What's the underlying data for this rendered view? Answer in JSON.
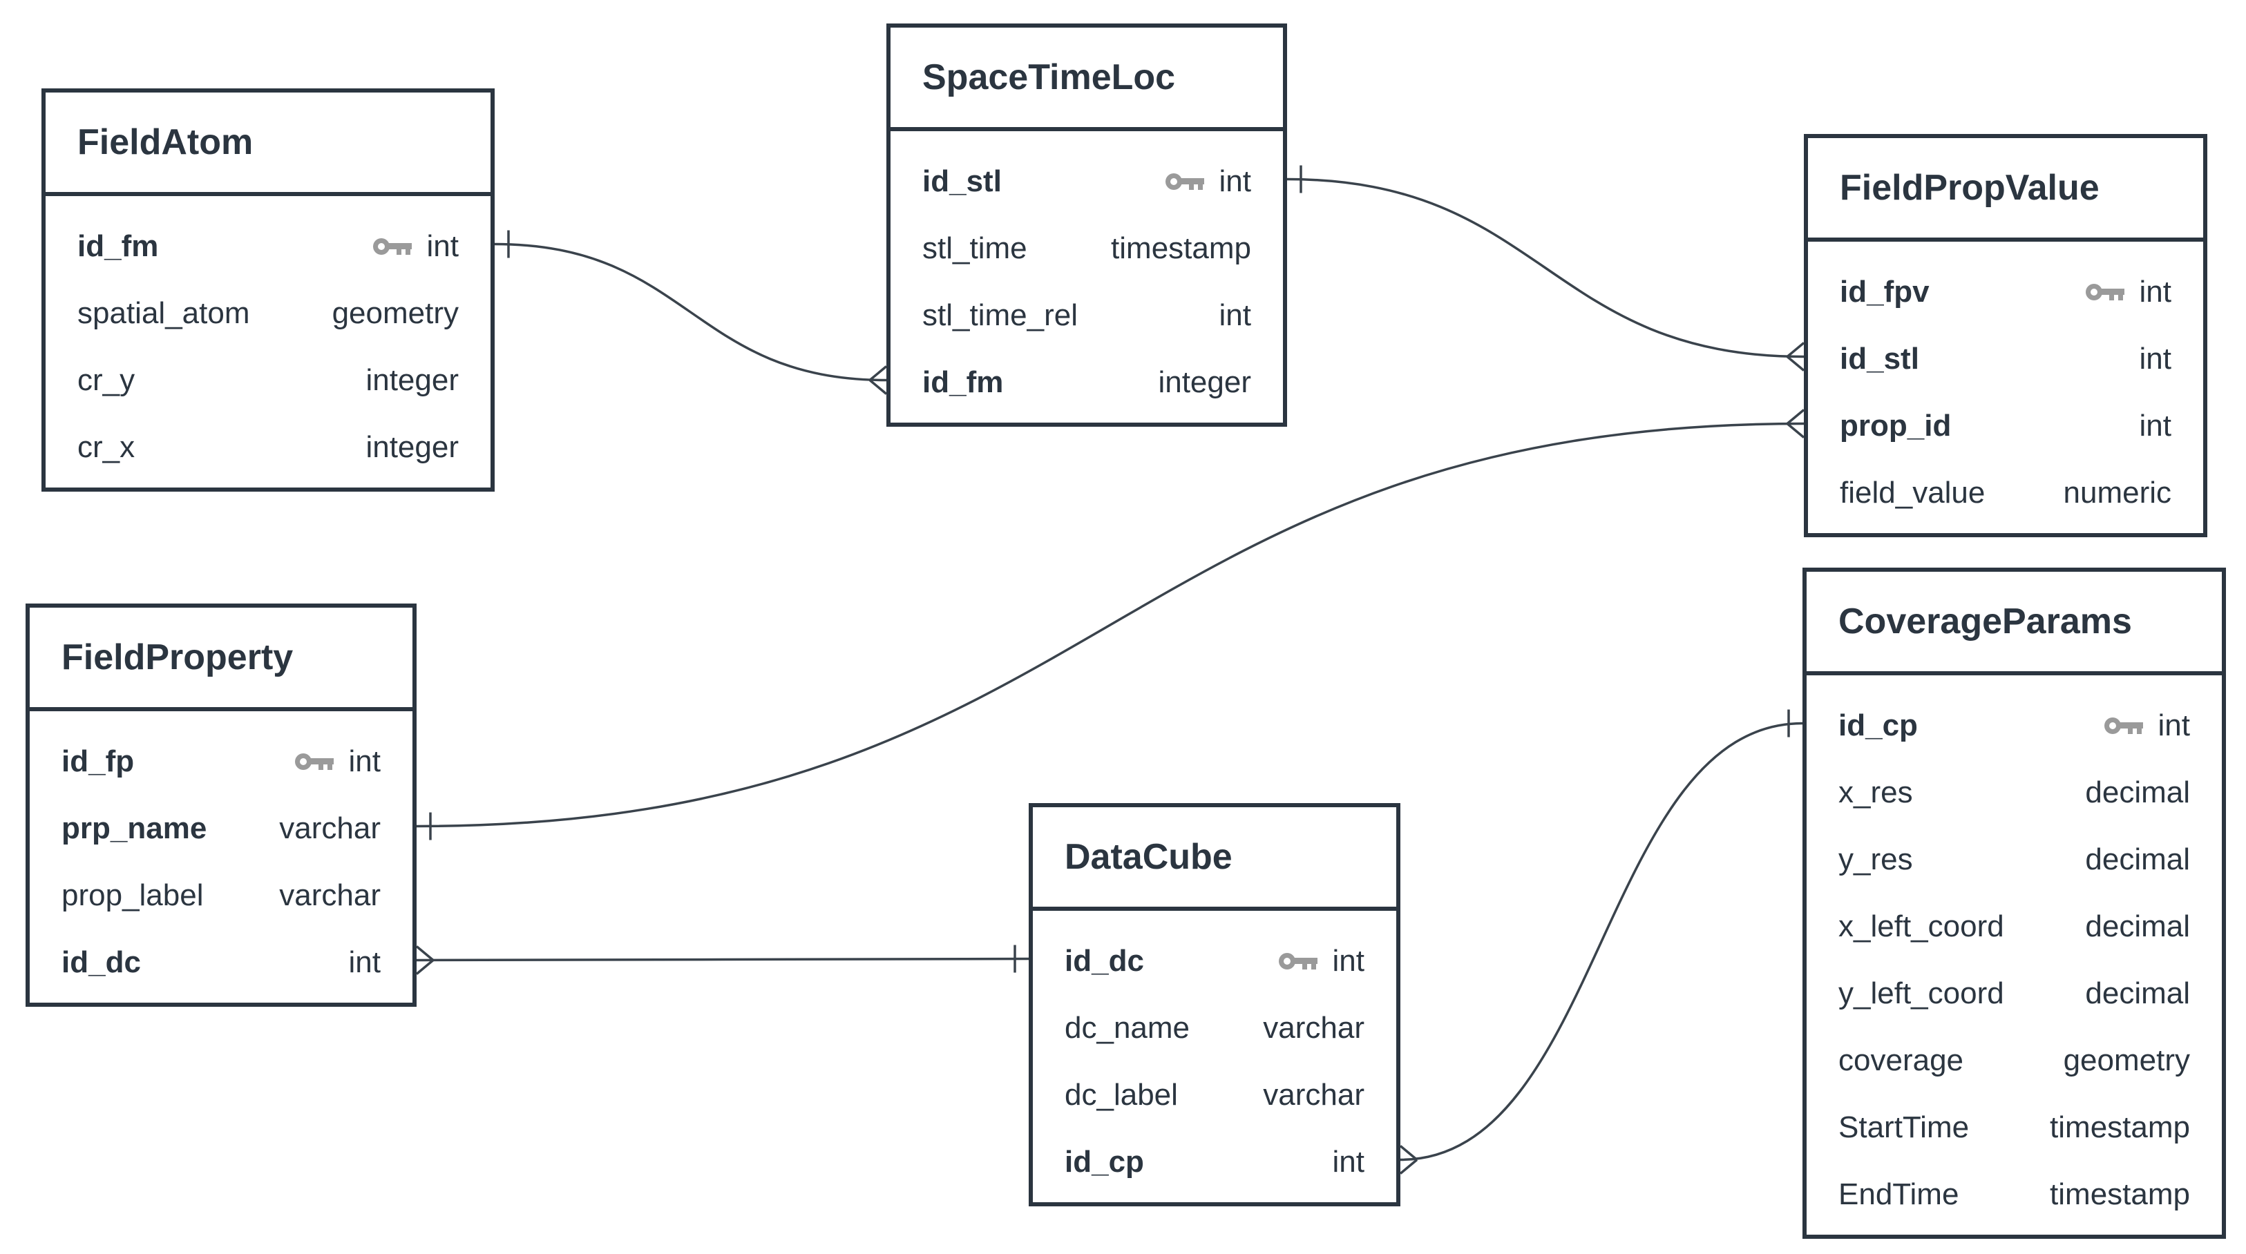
{
  "tables": [
    {
      "id": "FieldAtom",
      "name": "FieldAtom",
      "fields": [
        {
          "name": "id_fm",
          "type": "int",
          "bold": true,
          "pk": true
        },
        {
          "name": "spatial_atom",
          "type": "geometry",
          "bold": false,
          "pk": false
        },
        {
          "name": "cr_y",
          "type": "integer",
          "bold": false,
          "pk": false
        },
        {
          "name": "cr_x",
          "type": "integer",
          "bold": false,
          "pk": false
        }
      ]
    },
    {
      "id": "SpaceTimeLoc",
      "name": "SpaceTimeLoc",
      "fields": [
        {
          "name": "id_stl",
          "type": "int",
          "bold": true,
          "pk": true
        },
        {
          "name": "stl_time",
          "type": "timestamp",
          "bold": false,
          "pk": false
        },
        {
          "name": "stl_time_rel",
          "type": "int",
          "bold": false,
          "pk": false
        },
        {
          "name": "id_fm",
          "type": "integer",
          "bold": true,
          "pk": false
        }
      ]
    },
    {
      "id": "FieldPropValue",
      "name": "FieldPropValue",
      "fields": [
        {
          "name": "id_fpv",
          "type": "int",
          "bold": true,
          "pk": true
        },
        {
          "name": "id_stl",
          "type": "int",
          "bold": true,
          "pk": false
        },
        {
          "name": "prop_id",
          "type": "int",
          "bold": true,
          "pk": false
        },
        {
          "name": "field_value",
          "type": "numeric",
          "bold": false,
          "pk": false
        }
      ]
    },
    {
      "id": "FieldProperty",
      "name": "FieldProperty",
      "fields": [
        {
          "name": "id_fp",
          "type": "int",
          "bold": true,
          "pk": true
        },
        {
          "name": "prp_name",
          "type": "varchar",
          "bold": true,
          "pk": false
        },
        {
          "name": "prop_label",
          "type": "varchar",
          "bold": false,
          "pk": false
        },
        {
          "name": "id_dc",
          "type": "int",
          "bold": true,
          "pk": false
        }
      ]
    },
    {
      "id": "DataCube",
      "name": "DataCube",
      "fields": [
        {
          "name": "id_dc",
          "type": "int",
          "bold": true,
          "pk": true
        },
        {
          "name": "dc_name",
          "type": "varchar",
          "bold": false,
          "pk": false
        },
        {
          "name": "dc_label",
          "type": "varchar",
          "bold": false,
          "pk": false
        },
        {
          "name": "id_cp",
          "type": "int",
          "bold": true,
          "pk": false
        }
      ]
    },
    {
      "id": "CoverageParams",
      "name": "CoverageParams",
      "fields": [
        {
          "name": "id_cp",
          "type": "int",
          "bold": true,
          "pk": true
        },
        {
          "name": "x_res",
          "type": "decimal",
          "bold": false,
          "pk": false
        },
        {
          "name": "y_res",
          "type": "decimal",
          "bold": false,
          "pk": false
        },
        {
          "name": "x_left_coord",
          "type": "decimal",
          "bold": false,
          "pk": false
        },
        {
          "name": "y_left_coord",
          "type": "decimal",
          "bold": false,
          "pk": false
        },
        {
          "name": "coverage",
          "type": "geometry",
          "bold": false,
          "pk": false
        },
        {
          "name": "StartTime",
          "type": "timestamp",
          "bold": false,
          "pk": false
        },
        {
          "name": "EndTime",
          "type": "timestamp",
          "bold": false,
          "pk": false
        }
      ]
    }
  ],
  "relationships": [
    {
      "from_table": "FieldAtom",
      "from_field": "id_fm",
      "from_card": "one",
      "to_table": "SpaceTimeLoc",
      "to_field": "id_fm",
      "to_card": "many"
    },
    {
      "from_table": "SpaceTimeLoc",
      "from_field": "id_stl",
      "from_card": "one",
      "to_table": "FieldPropValue",
      "to_field": "id_stl",
      "to_card": "many"
    },
    {
      "from_table": "FieldProperty",
      "from_field": "prp_name",
      "from_card": "one",
      "to_table": "FieldPropValue",
      "to_field": "prop_id",
      "to_card": "many"
    },
    {
      "from_table": "FieldProperty",
      "from_field": "id_dc",
      "from_card": "many",
      "to_table": "DataCube",
      "to_field": "id_dc",
      "to_card": "one"
    },
    {
      "from_table": "DataCube",
      "from_field": "id_cp",
      "from_card": "many",
      "to_table": "CoverageParams",
      "to_field": "id_cp",
      "to_card": "one"
    }
  ],
  "colors": {
    "line": "#3a434c",
    "border": "#2b3540",
    "key_icon": "#9a9a9a"
  }
}
